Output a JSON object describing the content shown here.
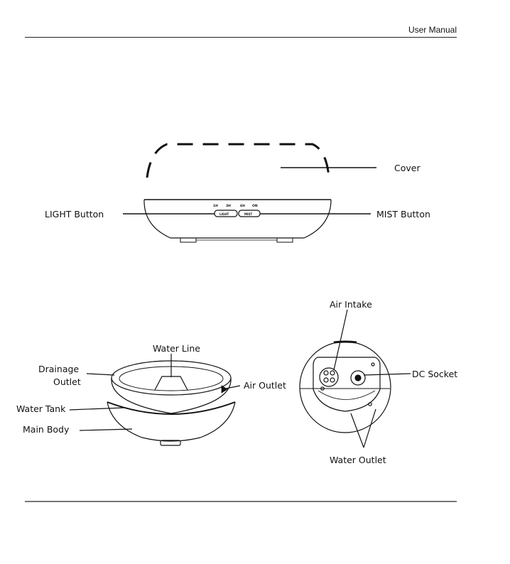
{
  "header": {
    "title": "User Manual"
  },
  "diagram_top": {
    "labels": {
      "cover": "Cover",
      "light_button": "LIGHT Button",
      "mist_button": "MIST Button"
    },
    "panel": {
      "timers": [
        "1H",
        "3H",
        "6H",
        "ON"
      ],
      "light_key": "LIGHT",
      "mist_key": "MIST"
    }
  },
  "diagram_left": {
    "labels": {
      "water_line": "Water Line",
      "drainage_line1": "Drainage",
      "drainage_line2": "Outlet",
      "air_outlet": "Air Outlet",
      "water_tank": "Water Tank",
      "main_body": "Main Body"
    }
  },
  "diagram_right": {
    "labels": {
      "air_intake": "Air Intake",
      "dc_socket": "DC Socket",
      "water_outlet": "Water Outlet"
    }
  }
}
